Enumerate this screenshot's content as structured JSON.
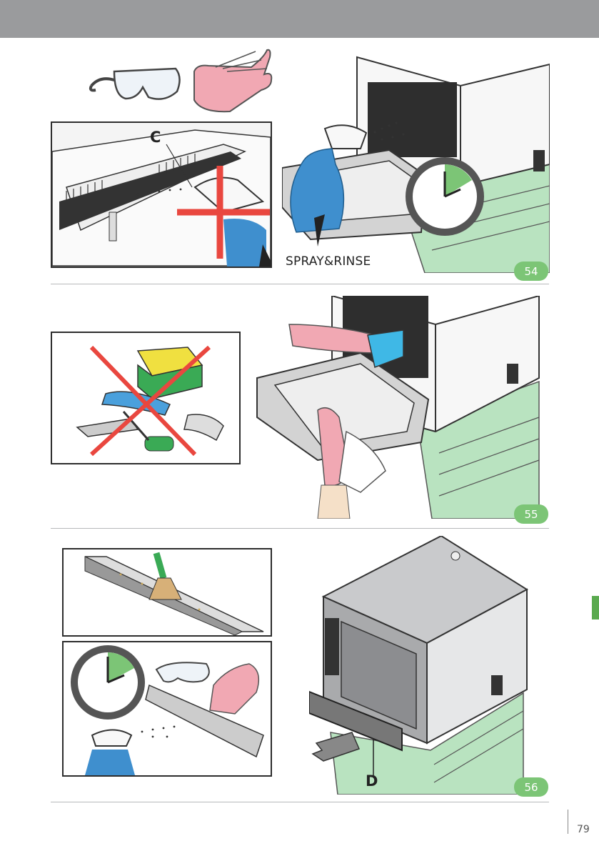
{
  "figures": [
    {
      "number": "54",
      "callout": "C",
      "action_label": "SPRAY&RINSE"
    },
    {
      "number": "55"
    },
    {
      "number": "56",
      "callout": "D"
    }
  ],
  "page_number": "79",
  "colors": {
    "header": "#9a9b9d",
    "stand": "#b9e3c0",
    "badge": "#7cc576",
    "side_tab": "#5aaa4f",
    "glove": "#f1a8b3",
    "bottle": "#3f8fce",
    "prohibit": "#e9473f",
    "clock_fill": "#7cc576"
  },
  "icons": [
    "safety-glasses-icon",
    "gloves-icon",
    "spray-bottle-icon",
    "clock-icon",
    "prohibited-cross-icon",
    "sponge-icon",
    "scraper-icon",
    "brush-icon",
    "arrow-icon"
  ]
}
